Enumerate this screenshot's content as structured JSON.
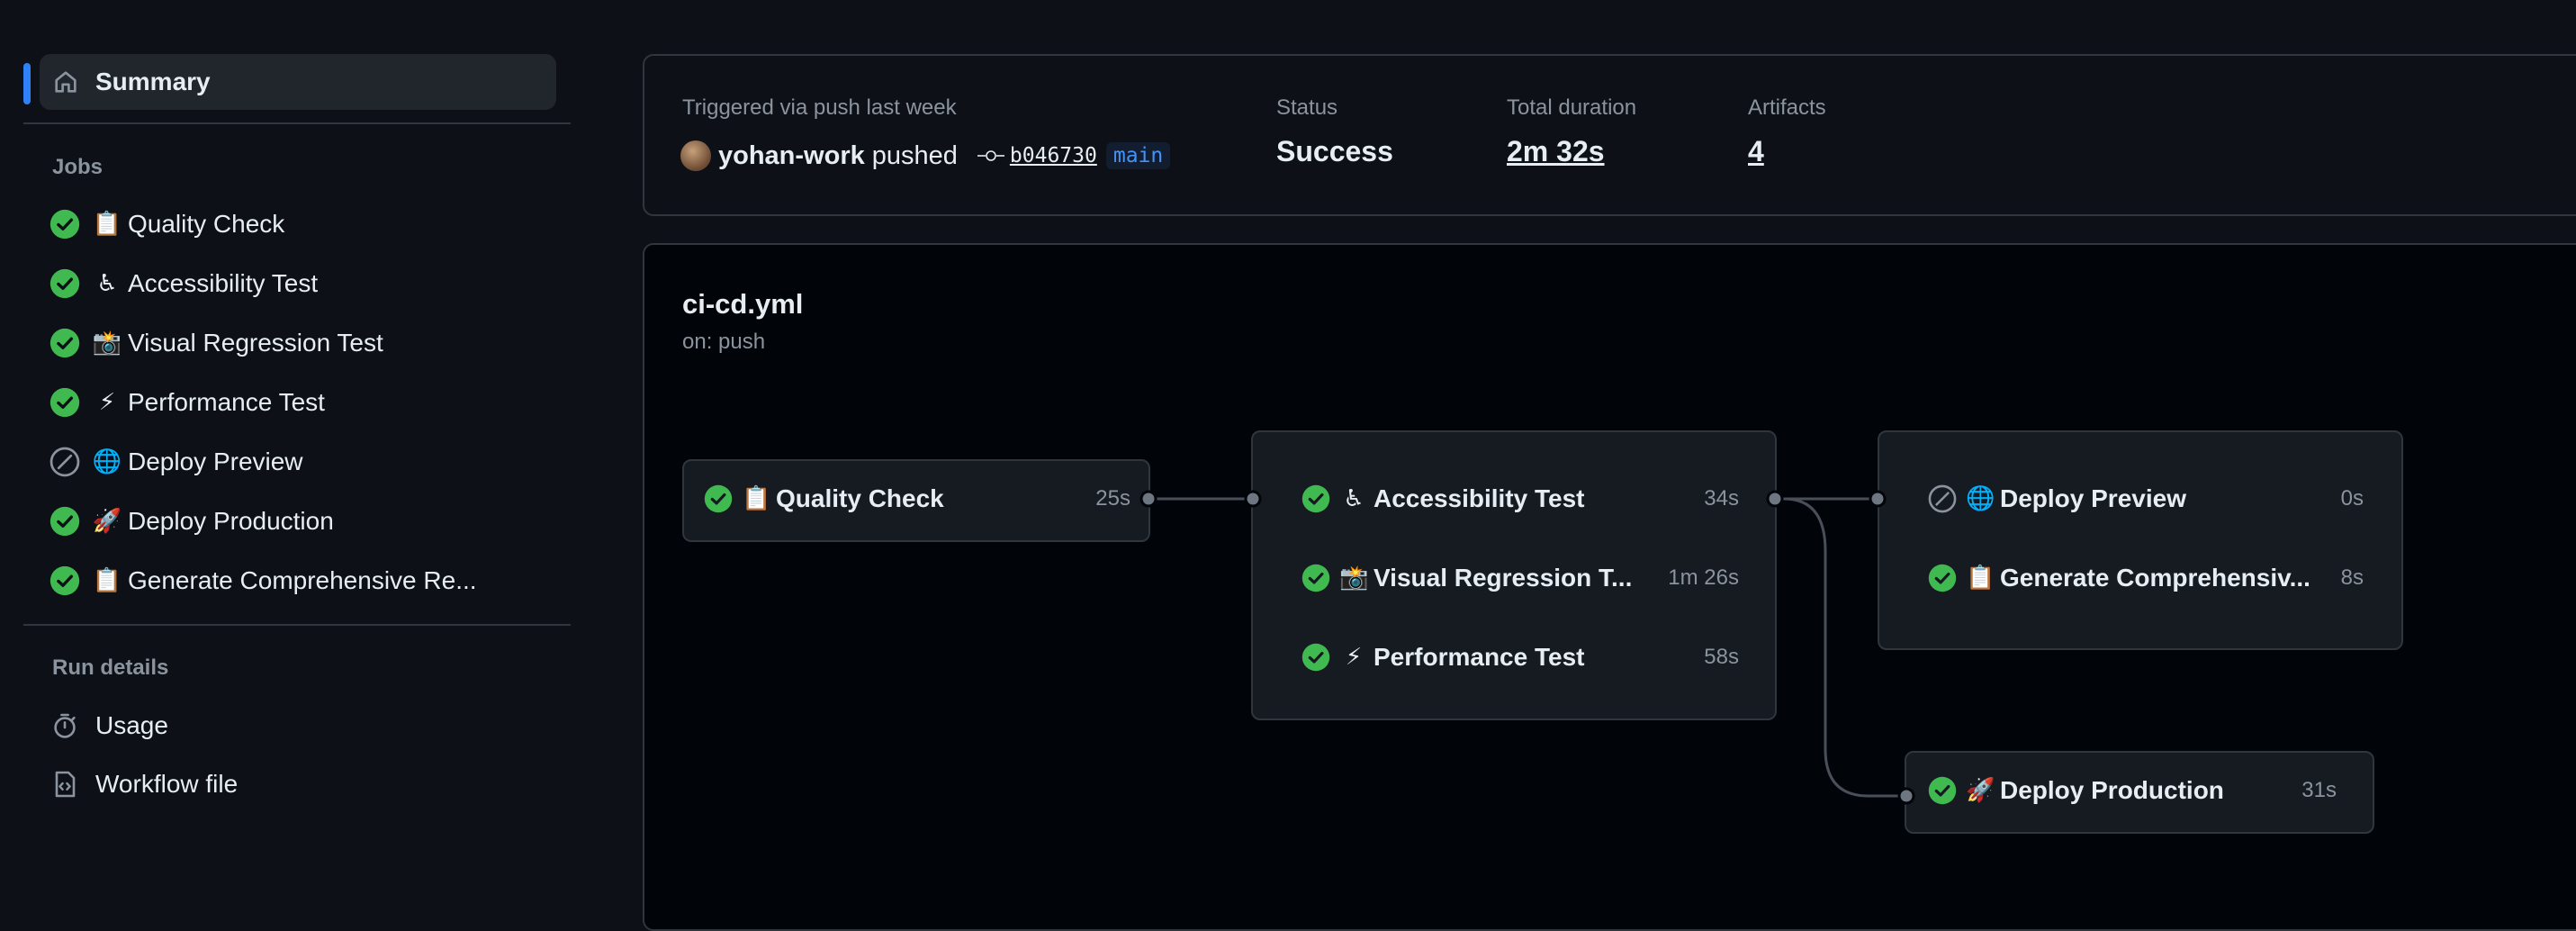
{
  "sidebar": {
    "summary_label": "Summary",
    "jobs_title": "Jobs",
    "jobs": [
      {
        "emoji": "📋",
        "label": "Quality Check",
        "status": "success"
      },
      {
        "emoji": "♿",
        "label": "Accessibility Test",
        "status": "success"
      },
      {
        "emoji": "📸",
        "label": "Visual Regression Test",
        "status": "success"
      },
      {
        "emoji": "⚡",
        "label": "Performance Test",
        "status": "success"
      },
      {
        "emoji": "🌐",
        "label": "Deploy Preview",
        "status": "skipped"
      },
      {
        "emoji": "🚀",
        "label": "Deploy Production",
        "status": "success"
      },
      {
        "emoji": "📋",
        "label": "Generate Comprehensive Re...",
        "status": "success"
      }
    ],
    "run_details_title": "Run details",
    "run_details": [
      {
        "icon": "stopwatch-icon",
        "label": "Usage"
      },
      {
        "icon": "file-code-icon",
        "label": "Workflow file"
      }
    ]
  },
  "summary": {
    "trigger_label": "Triggered via push last week",
    "user": "yohan-work",
    "verb": "pushed",
    "commit": "b046730",
    "branch": "main",
    "status_label": "Status",
    "status_value": "Success",
    "duration_label": "Total duration",
    "duration_value": "2m 32s",
    "artifacts_label": "Artifacts",
    "artifacts_value": "4"
  },
  "workflow": {
    "file": "ci-cd.yml",
    "trigger": "on: push",
    "nodes": {
      "quality": {
        "emoji": "📋",
        "label": "Quality Check",
        "duration": "25s",
        "status": "success"
      },
      "accessibility": {
        "emoji": "♿",
        "label": "Accessibility Test",
        "duration": "34s",
        "status": "success"
      },
      "visual": {
        "emoji": "📸",
        "label": "Visual Regression T...",
        "duration": "1m 26s",
        "status": "success"
      },
      "performance": {
        "emoji": "⚡",
        "label": "Performance Test",
        "duration": "58s",
        "status": "success"
      },
      "preview": {
        "emoji": "🌐",
        "label": "Deploy Preview",
        "duration": "0s",
        "status": "skipped"
      },
      "report": {
        "emoji": "📋",
        "label": "Generate Comprehensiv...",
        "duration": "8s",
        "status": "success"
      },
      "production": {
        "emoji": "🚀",
        "label": "Deploy Production",
        "duration": "31s",
        "status": "success"
      }
    }
  },
  "colors": {
    "success": "#3fb950",
    "skipped": "#8b949e",
    "accent": "#2f81f7",
    "branch": "#4493f8"
  }
}
